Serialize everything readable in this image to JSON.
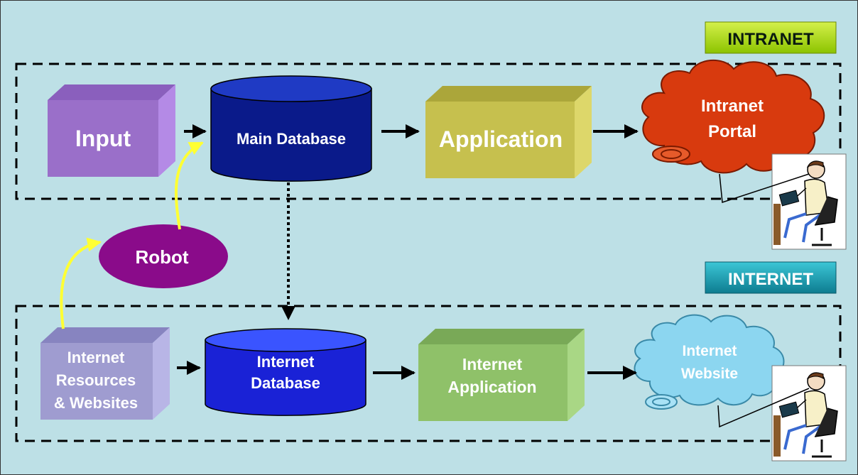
{
  "zones": {
    "intranet": "INTRANET",
    "internet": "INTERNET"
  },
  "nodes": {
    "input": "Input",
    "main_database": "Main Database",
    "application": "Application",
    "intranet_portal": [
      "Intranet",
      "Portal"
    ],
    "robot": "Robot",
    "internet_resources": [
      "Internet",
      "Resources",
      "& Websites"
    ],
    "internet_database": [
      "Internet",
      "Database"
    ],
    "internet_application": [
      "Internet",
      "Application"
    ],
    "internet_website": [
      "Internet",
      "Website"
    ]
  },
  "colors": {
    "background": "#bde0e6",
    "input_box": "#9a6fc9",
    "main_database": "#0a1a8a",
    "application_box": "#c6c04e",
    "intranet_cloud": "#d83a0e",
    "robot": "#8a0b8a",
    "internet_resources_box": "#9f9cd0",
    "internet_database": "#1a22d6",
    "internet_application_box": "#8fc169",
    "internet_cloud": "#8cd6f0",
    "intranet_badge": "#aee012",
    "internet_badge": "#1aa0b2",
    "robot_arrows": "#ffff33"
  },
  "icons": [
    "user-at-computer-icon",
    "user-at-computer-icon"
  ]
}
